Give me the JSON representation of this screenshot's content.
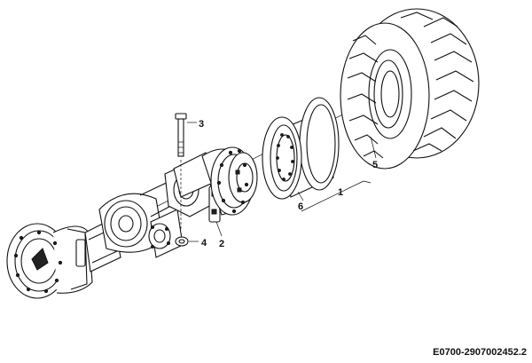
{
  "callouts": {
    "c1": "1",
    "c2": "2",
    "c3": "3",
    "c4": "4",
    "c5": "5",
    "c6": "6"
  },
  "doc_ref": "E0700-2907002452.2"
}
